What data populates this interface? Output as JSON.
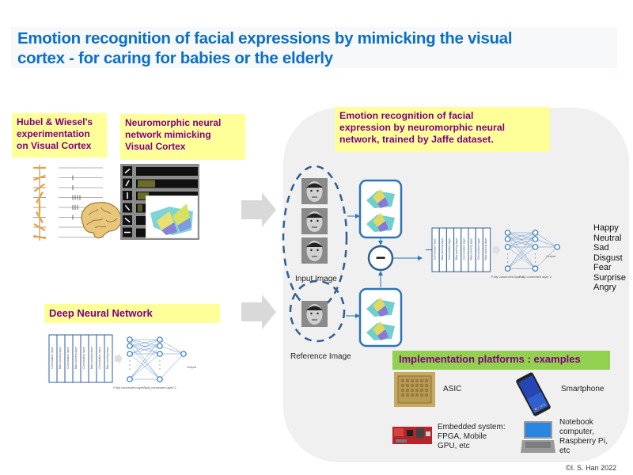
{
  "title": {
    "line1": "Emotion recognition of facial expressions by mimicking the visual",
    "line2": "cortex -  for caring for babies or the elderly"
  },
  "left": {
    "hubel_label": [
      "Hubel & Wiesel's",
      "experimentation",
      "on Visual Cortex"
    ],
    "neuro_label": [
      "Neuromorphic neural",
      "network mimicking",
      "Visual Cortex"
    ],
    "dnn_label": "Deep Neural Network",
    "dnn_layers": [
      "Convolution layer",
      "Max pooling layer",
      "Convolution layer",
      "Max pooling layer",
      "Convolution layer",
      "Max pooling layer",
      "Convolution layer",
      "Max pooling layer"
    ],
    "fc1_label": "Fully connected layer 1",
    "fc2_label": "Fully connected layer 2",
    "output_label": "Output"
  },
  "panel": {
    "heading": [
      "Emotion recognition of facial",
      "expression by neuromorphic neural",
      "network, trained by Jaffe dataset."
    ],
    "input_image_label": "Input Image",
    "reference_image_label": "Reference  Image",
    "subtract_symbol": "−",
    "layers": [
      "Convolution layer",
      "Max pooling layer",
      "Convolution layer",
      "Max pooling layer",
      "Convolution layer",
      "Max pooling layer",
      "Convolution layer",
      "Max pooling layer"
    ],
    "fc1_label": "Fully connected layer 1",
    "fc2_label": "Fully connected layer 2",
    "output_label": "Output",
    "emotions": [
      "Happy",
      "Neutral",
      "Sad",
      "Disgust",
      "Fear",
      "Surprise",
      "Angry"
    ],
    "platforms_heading": "Implementation platforms : examples",
    "platforms": [
      {
        "name": "ASIC",
        "icon": "chip-icon"
      },
      {
        "name": "Smartphone",
        "icon": "smartphone-icon"
      },
      {
        "name": "Embedded system: FPGA, Mobile GPU, etc",
        "lines": [
          "Embedded system:",
          "FPGA, Mobile",
          "GPU, etc"
        ],
        "icon": "fpga-board-icon"
      },
      {
        "name": "Notebook computer, Raspberry Pi, etc",
        "lines": [
          "Notebook",
          "computer,",
          "Raspberry  Pi,",
          "etc"
        ],
        "icon": "laptop-icon"
      }
    ]
  },
  "copyright": "©I. S. Han 2022",
  "colors": {
    "title_blue": "#0b6fc6",
    "label_purple": "#800080",
    "yellow_box": "#ffff99",
    "green_box": "#92d050",
    "panel_grey": "#f0f0f0",
    "diagram_blue": "#2e75b6",
    "dashed_blue": "#2f5f8f"
  }
}
